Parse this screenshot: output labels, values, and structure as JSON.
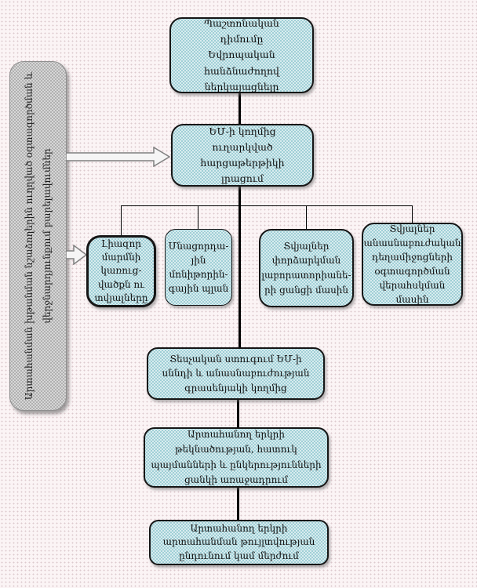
{
  "diagram": {
    "title_box": "Պաշտոնական դիմումը Եվրոպական հանձնաժողով ներկայացնելը",
    "questionnaire_box": "ԵՄ-ի կողմից ուղարկված հարցաթերթիկի լրացում",
    "sidebar_line1": "Արտահանման խթանման նշաձողերին ուղղված օգտագործման և",
    "sidebar_line2": "վերջնարդյունքում բարելավումներ",
    "authority_box": "Լիազոր մարմնի կառուց-վածքն ու տվյալները",
    "monitoring_box": "Մնացորդա-յին մոնիթորին-գային պլան",
    "laboratories_box": "Տվյալներ փորձարկման լաբորատորիանե-րի ցանցի մասին",
    "vet_drugs_box": "Տվյալներ անասնաբուժական դեղամիջոցների օգտագործման վերահսկման մասին",
    "inspection_box": "Տեսչական ստուգում ԵՄ-ի սննդի և անասնաբուժության գրասենյակի կողմից",
    "nomination_box": "Արտահանող երկրի թեկնածության, հատուկ պայմանների և ընկերությունների ցանկի առաջադրում",
    "decision_box": "Արտահանող երկրի արտահանման թույլտվության ընդունում կամ մերժում"
  },
  "colors": {
    "background": "#fbf4f5",
    "background_dots": "#ddc9ce",
    "box_fill": "#b9dde3",
    "box_border": "#161616",
    "sidebar_fill": "#bfbfbf",
    "connector": "#000000",
    "arrow_fill": "#f5f5f5",
    "arrow_outline": "#808080"
  }
}
